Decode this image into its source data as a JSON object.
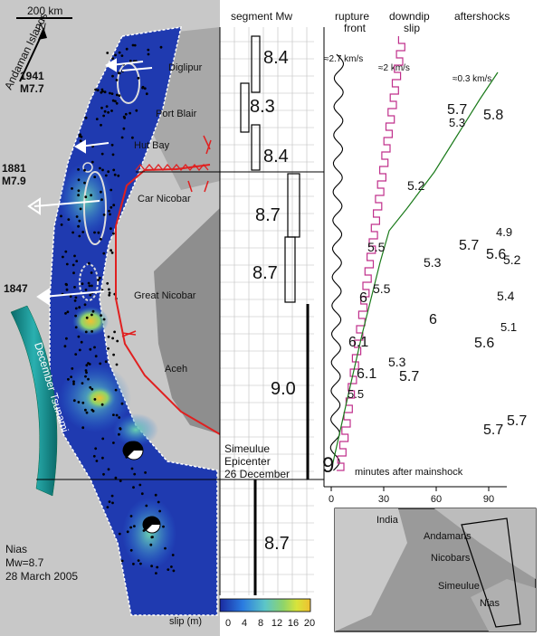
{
  "map": {
    "scale_label": "200 km",
    "north_label": "N",
    "islands_label": "Andaman Islands",
    "history": [
      {
        "year": "1941",
        "mag": "M7.7"
      },
      {
        "year": "1881",
        "mag": "M7.9"
      },
      {
        "year": "1847",
        "mag": ""
      }
    ],
    "places": [
      "Diglipur",
      "Port Blair",
      "Hut Bay",
      "Car Nicobar",
      "Great Nicobar",
      "Aceh"
    ],
    "tsunami_label": "December Tsunami",
    "nias": {
      "name": "Nias",
      "mw": "Mw=8.7",
      "date": "28 March 2005"
    },
    "epicenter": {
      "line1": "Simeulue",
      "line2": "Epicenter",
      "line3": "26 December"
    },
    "colorbar": {
      "label": "slip (m)",
      "ticks": [
        "0",
        "4",
        "8",
        "12",
        "16",
        "20"
      ],
      "colors": [
        "#1a2aa0",
        "#2a7be0",
        "#5cc6c8",
        "#8fd46a",
        "#d8e43a",
        "#f0c030"
      ]
    }
  },
  "segments": {
    "title": "segment Mw",
    "values": [
      "8.4",
      "8.3",
      "8.4",
      "8.7",
      "8.7",
      "9.0",
      "8.7"
    ]
  },
  "rupture": {
    "col_rupture_1": "rupture",
    "col_rupture_2": "front",
    "col_downdip_1": "downdip",
    "col_downdip_2": "slip",
    "col_aftershocks": "aftershocks",
    "speed_rupture": "≈2.7 km/s",
    "speed_downdip": "≈2 km/s",
    "speed_aftershocks": "≈0.3 km/s",
    "xlabel": "minutes after mainshock",
    "xticks": [
      "0",
      "30",
      "60",
      "90"
    ],
    "mainshock_mag": "9",
    "aftershock_mags": [
      "5.7",
      "5.3",
      "5.8",
      "5.2",
      "4.9",
      "5.5",
      "5.7",
      "5.6",
      "5.2",
      "5.3",
      "5.5",
      "6",
      "5.4",
      "6",
      "5.1",
      "6.1",
      "5.6",
      "5.3",
      "6.1",
      "5.7",
      "5.5",
      "5.7",
      "5.7"
    ]
  },
  "inset": {
    "labels": [
      "India",
      "Andamans",
      "Nicobars",
      "Simeulue",
      "Nias"
    ]
  }
}
